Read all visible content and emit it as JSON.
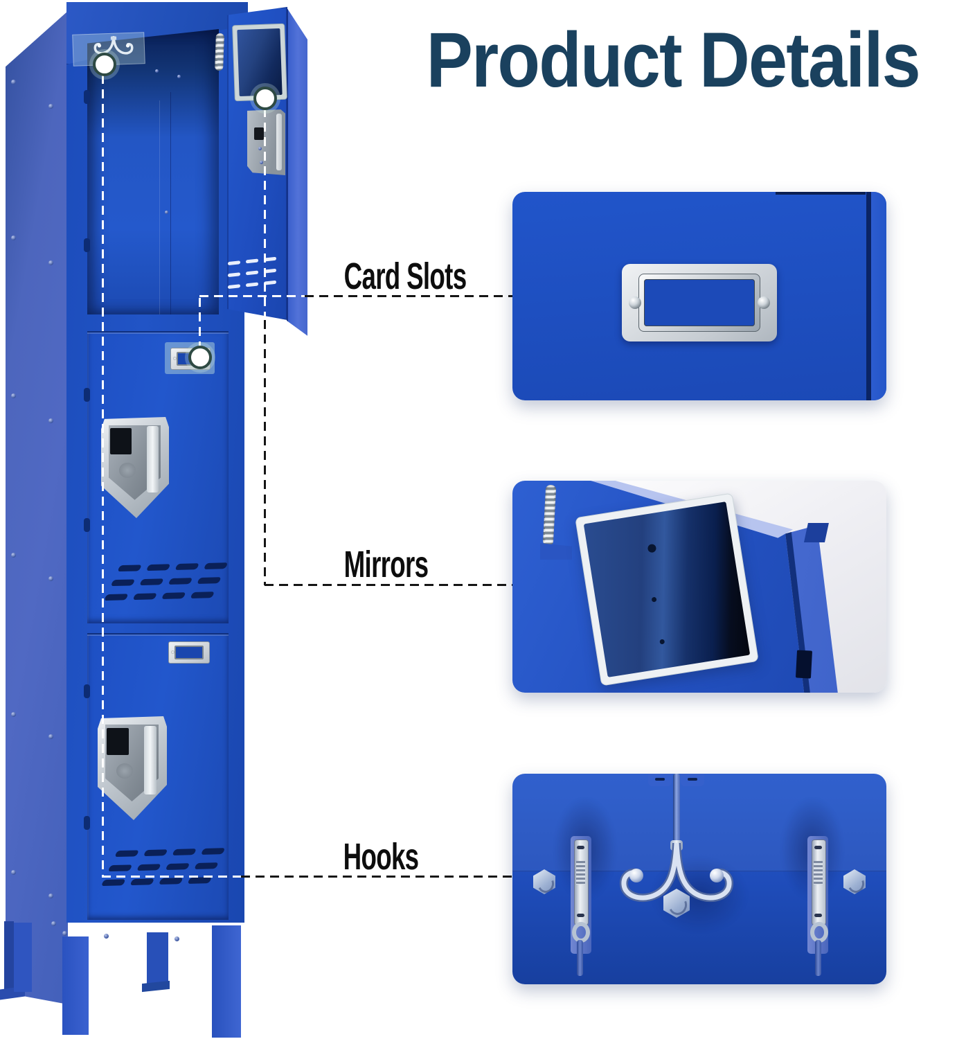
{
  "title": {
    "text": "Product Details",
    "color": "#1a415e"
  },
  "callouts": {
    "card_slots": {
      "label": "Card Slots"
    },
    "mirrors": {
      "label": "Mirrors"
    },
    "hooks": {
      "label": "Hooks"
    }
  },
  "colors": {
    "title_text": "#1a415e",
    "callout_text": "#0d0d0d",
    "locker_front_blue": "#1e50c0",
    "locker_side_blue": "#4a64bf",
    "detail_panel_blue": "#1d4ebc",
    "interior_shadow_navy": "#0a2058",
    "chrome_silver": "#d8dde2",
    "connector_dash_black": "#151515",
    "connector_dash_white": "#ffffff",
    "marker_ring": "#2e4a43"
  }
}
